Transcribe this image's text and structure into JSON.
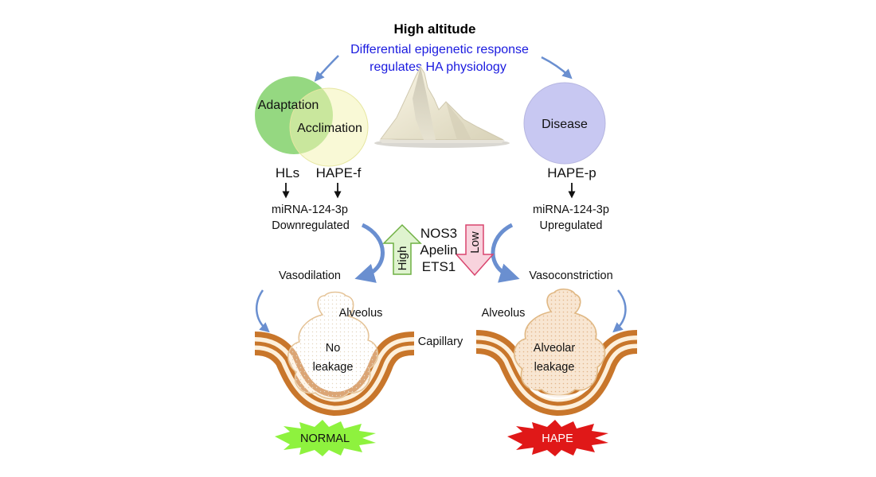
{
  "title": "High altitude",
  "subtitle": [
    "Differential epigenetic response",
    "regulates HA physiology"
  ],
  "venn": {
    "left": "Adaptation",
    "right": "Acclimation"
  },
  "disease": "Disease",
  "groups": {
    "hls": "HLs",
    "hape_f": "HAPE-f",
    "hape_p": "HAPE-p"
  },
  "mirna_left": [
    "miRNA-124-3p",
    "Downregulated"
  ],
  "mirna_right": [
    "miRNA-124-3p",
    "Upregulated"
  ],
  "genes": [
    "NOS3",
    "Apelin",
    "ETS1"
  ],
  "arrow_high": "High",
  "arrow_low": "Low",
  "vasodilation": "Vasodilation",
  "vasoconstriction": "Vasoconstriction",
  "alveolus": "Alveolus",
  "capillary": "Capillary",
  "left_alveolus": [
    "No",
    "leakage"
  ],
  "right_alveolus": [
    "Alveolar",
    "leakage"
  ],
  "badge_normal": "NORMAL",
  "badge_hape": "HAPE",
  "colors": {
    "adaptation_circle": "#8fd67a",
    "acclimation_circle": "#f4f4b4",
    "disease_circle": "#c8c8f2",
    "capillary_brown": "#c8762b",
    "blue_arrow": "#6a8fd0",
    "normal_badge": "#8ef23e",
    "hape_badge": "#e01818",
    "up_arrow": "#dff3cf",
    "down_arrow": "#f8d3dd"
  }
}
